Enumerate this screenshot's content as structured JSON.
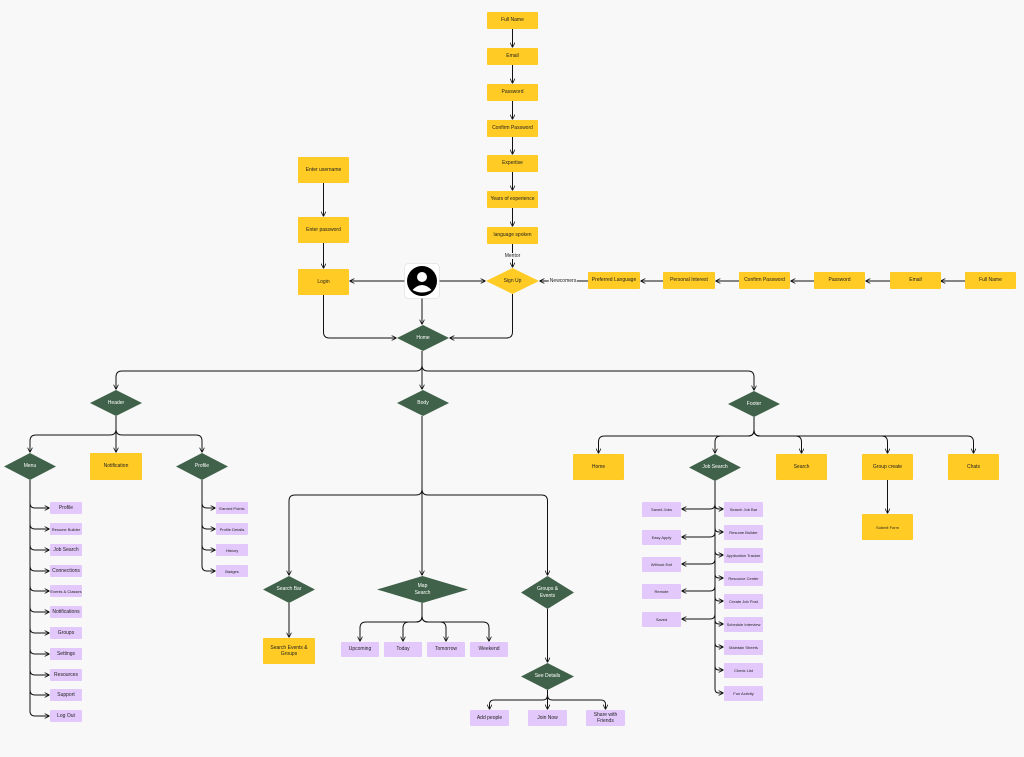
{
  "signup_fields_top": [
    "Full Name",
    "Email",
    "Password",
    "Confirm Password",
    "Expertise",
    "Years of experience",
    "language spoken"
  ],
  "signup_fields_right": [
    "Full Name",
    "Email",
    "Password",
    "Confirm Password",
    "Personal Interest",
    "Preferred Language"
  ],
  "login_steps": [
    "Enter username",
    "Enter password",
    "Login"
  ],
  "signup_label": "Sign Up",
  "mentor_label": "Mentor",
  "newcomers_label": "Newcomers",
  "home_label": "Home",
  "sections": {
    "header": "Header",
    "body": "Body",
    "footer": "Footer"
  },
  "header": {
    "menu": "Menu",
    "notification": "Notification",
    "profile": "Profile",
    "menu_items": [
      "Profile",
      "Resume Builder",
      "Job Search",
      "Connections",
      "Events & Classes",
      "Notifications",
      "Groups",
      "Settings",
      "Resources",
      "Support",
      "Log Out"
    ],
    "profile_items": [
      "Earned Points",
      "Profile Details",
      "History",
      "Badges"
    ]
  },
  "body": {
    "search_bar": "Search Bar",
    "search_result": "Search Events & Groups",
    "map_search": "Map Search",
    "map_items": [
      "Upcoming",
      "Today",
      "Tomorrow",
      "Weekend"
    ],
    "groups_events": "Groups & Events",
    "see_details": "See Details",
    "detail_items": [
      "Add people",
      "Join Now",
      "Share with Friends"
    ]
  },
  "footer": {
    "home": "Home",
    "job_search": "Job Search",
    "search": "Search",
    "group_create": "Group create",
    "submit_form": "Submit Form",
    "chats": "Chats",
    "job_left": [
      "Saved Jobs",
      "Easy Apply",
      "Without Exit",
      "Remote",
      "Saved"
    ],
    "job_right": [
      "Search Job Bar",
      "Resume Builder",
      "Application Tracker",
      "Resource Center",
      "Create Job Post",
      "Schedule Interview",
      "Maintain Sheets",
      "Check List",
      "Fun Activity"
    ]
  },
  "colors": {
    "terminal": "#ffcb24",
    "decision": "#41624a",
    "option": "#e3c9fb",
    "connector": "#111111"
  }
}
